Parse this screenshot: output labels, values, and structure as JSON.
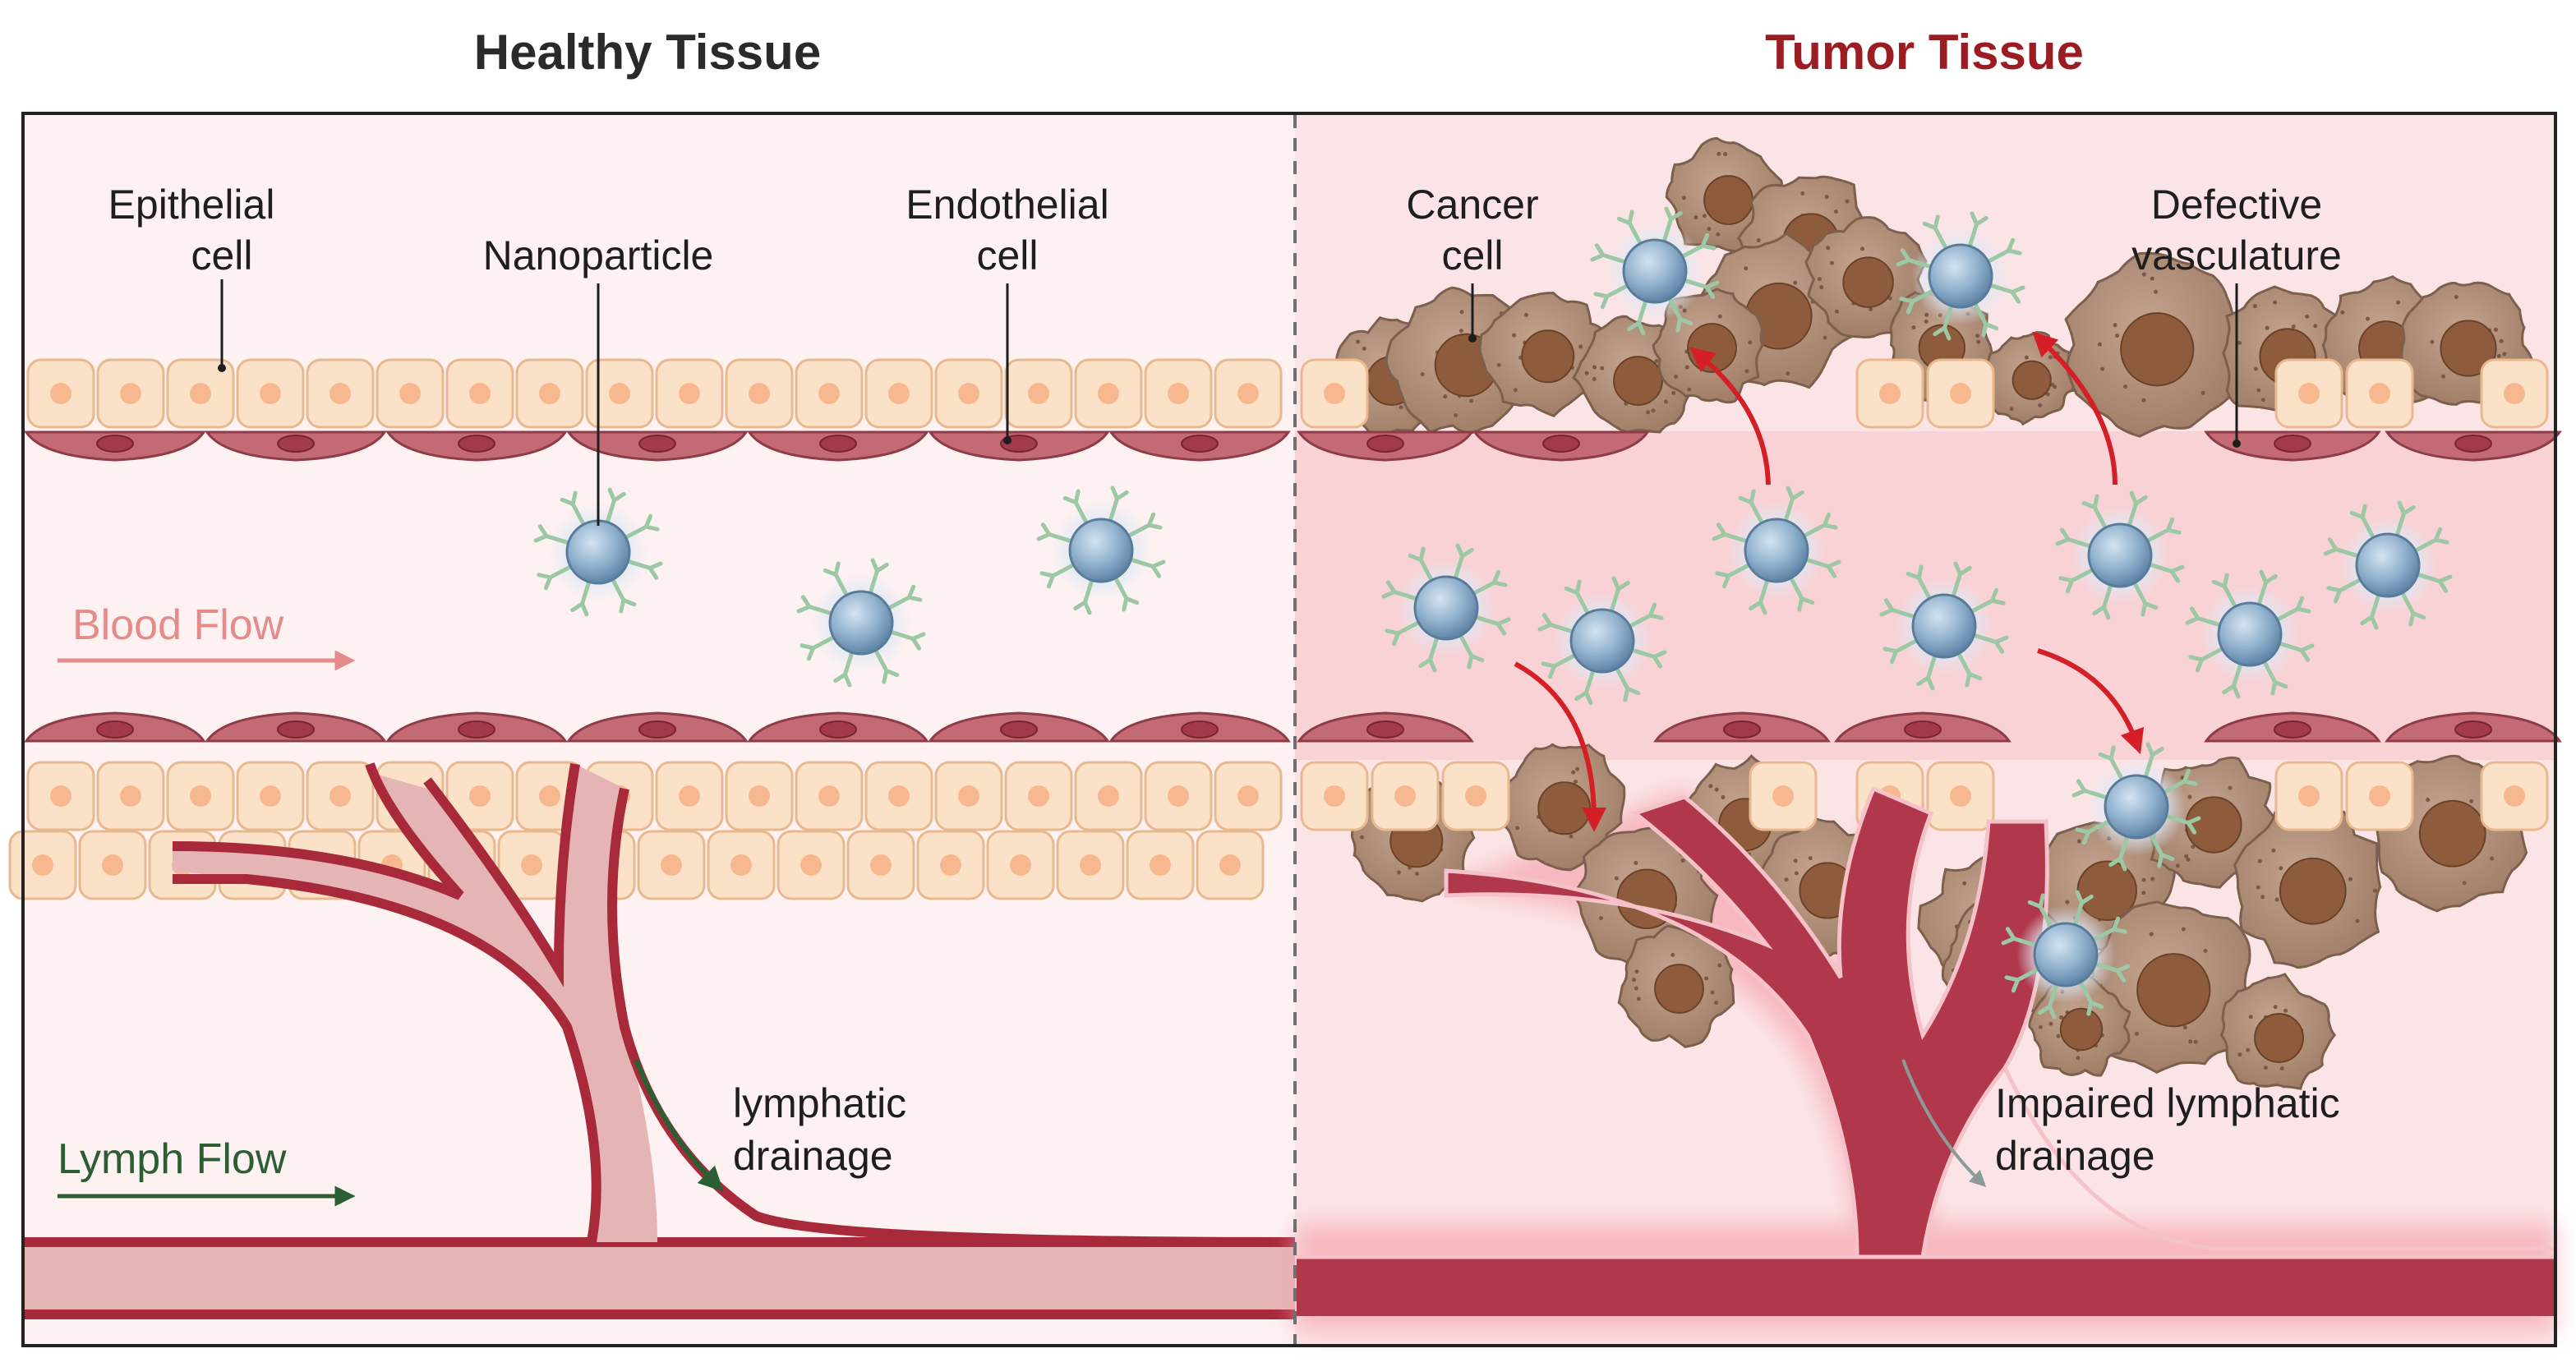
{
  "panels": {
    "healthy": {
      "title": "Healthy Tissue",
      "title_color": "#2a2a2a",
      "labels": {
        "epithelial_line1": "Epithelial",
        "epithelial_line2": "cell",
        "nanoparticle": "Nanoparticle",
        "endothelial_line1": "Endothelial",
        "endothelial_line2": "cell",
        "blood_flow": "Blood Flow",
        "lymph_flow": "Lymph Flow",
        "drainage_line1": "lymphatic",
        "drainage_line2": "drainage"
      }
    },
    "tumor": {
      "title": "Tumor Tissue",
      "title_color": "#9b1c22",
      "labels": {
        "cancer_line1": "Cancer",
        "cancer_line2": "cell",
        "defective_line1": "Defective",
        "defective_line2": "vasculature",
        "drainage_line1": "Impaired lymphatic",
        "drainage_line2": "drainage"
      }
    }
  },
  "colors": {
    "healthy_bg": "#fdf1f2",
    "tumor_bg": "#fbe4e6",
    "tumor_vessel": "#f9d2d5",
    "epithelial_fill": "#fbe1c8",
    "epithelial_nucleus": "#f7b88f",
    "endothelial_fill": "#c46a74",
    "lymph_vessel": "#a8293a",
    "lymph_lumen": "#e5b5b5",
    "tumor_lymph": "#b0384a",
    "cancer_cell": "#b09080",
    "cancer_nucleus": "#8e5c3c",
    "nanoparticle_core": "#8fb0cc",
    "nanoparticle_ligand": "#9cc8a5",
    "blood_flow_color": "#e58b8b",
    "lymph_flow_color": "#2c5e34",
    "penetration_arrow": "#d41f26",
    "impaired_arrow": "#8c9a9a"
  },
  "icons": [
    "nanoparticle-icon",
    "epithelial-cell-icon",
    "endothelial-cell-icon",
    "cancer-cell-icon",
    "lymphatic-vessel-icon",
    "flow-arrow-icon"
  ]
}
